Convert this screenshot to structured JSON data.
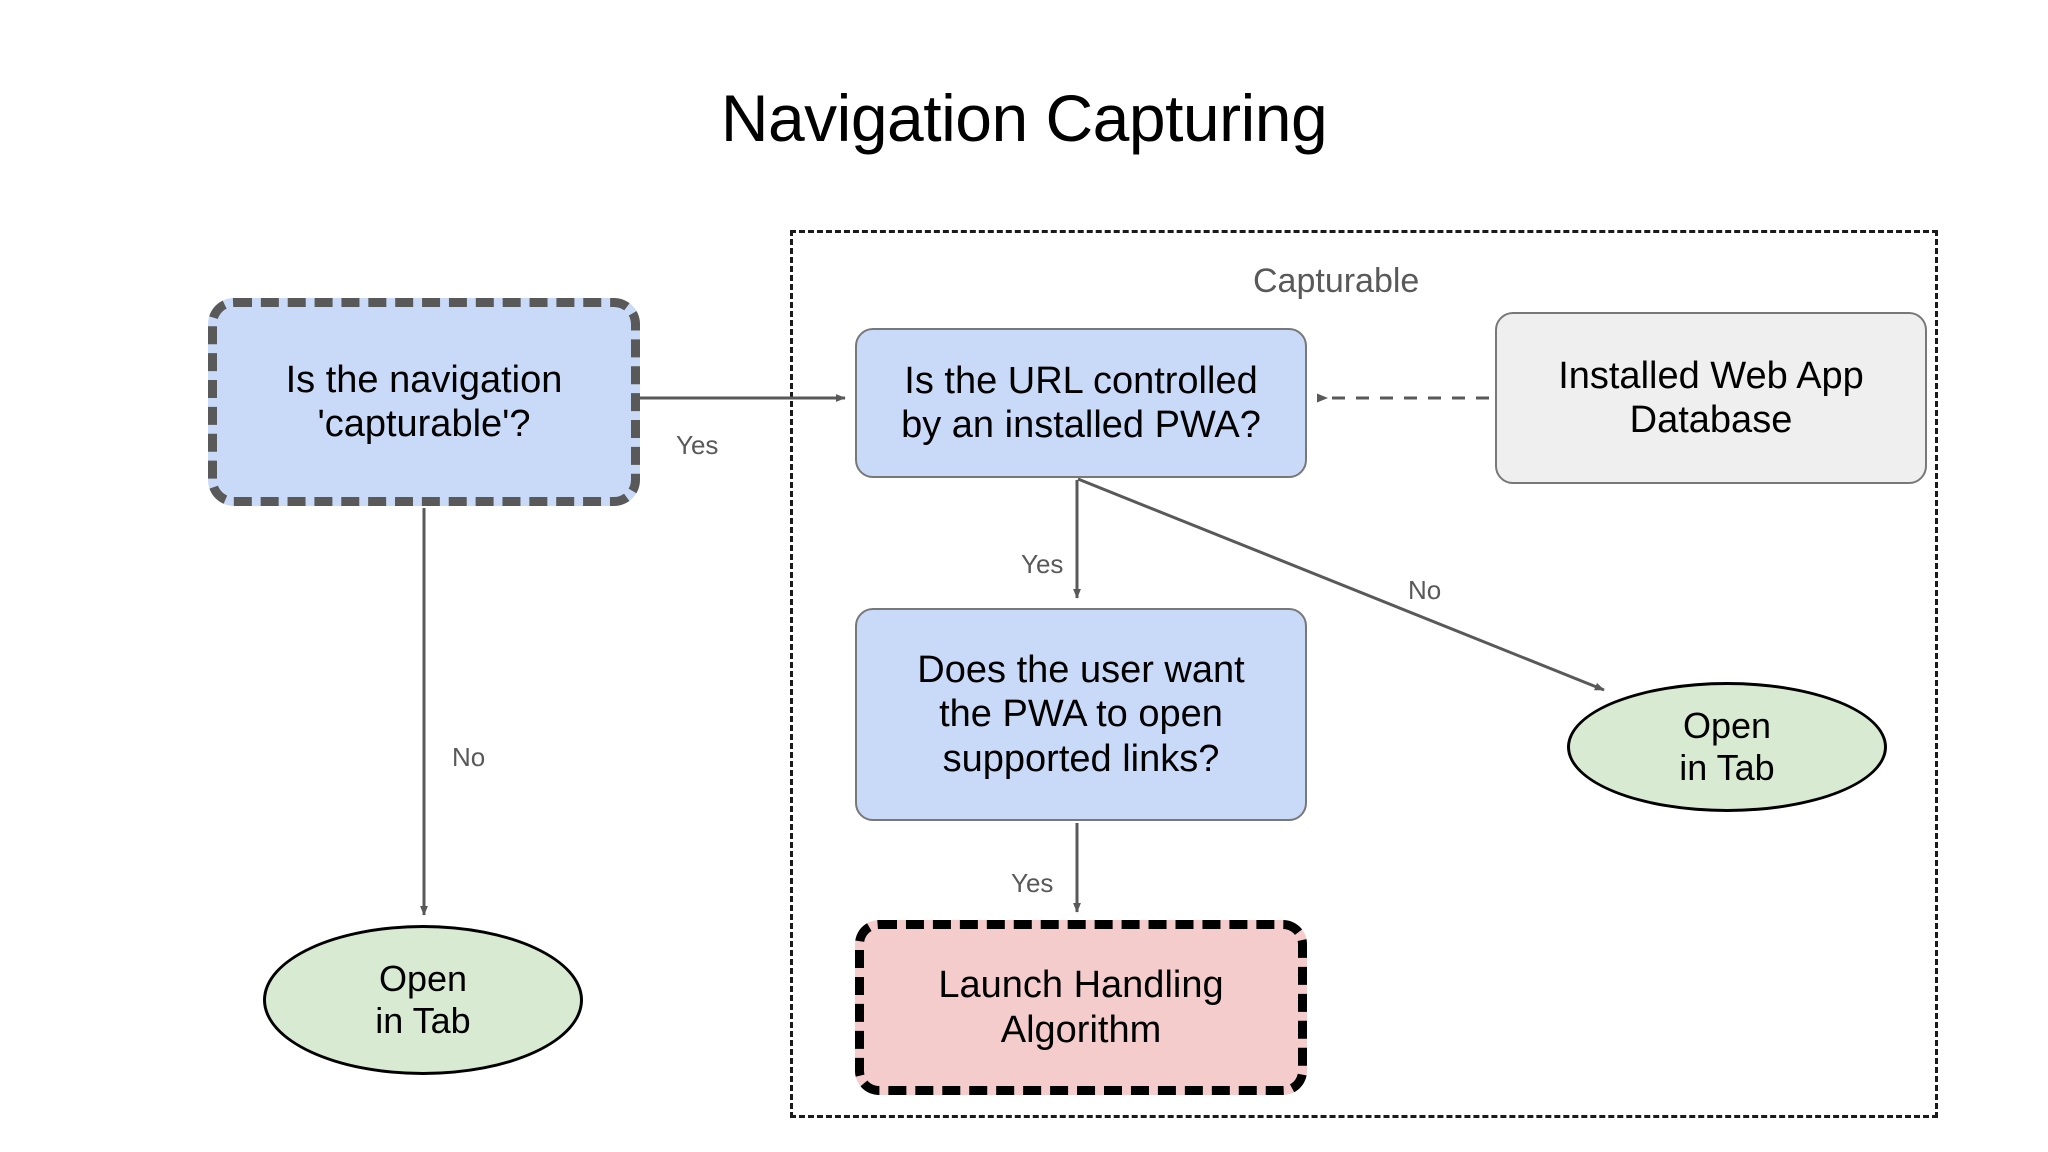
{
  "title": "Navigation Capturing",
  "group": {
    "label": "Capturable"
  },
  "nodes": {
    "is_capturable": {
      "line1": "Is the navigation",
      "line2": "'capturable'?",
      "fill": "#c9daf8",
      "border": "#595959",
      "style": "thick-dashed"
    },
    "url_controlled": {
      "line1": "Is the URL controlled",
      "line2": "by an installed PWA?",
      "fill": "#c9daf8",
      "border": "#787878",
      "style": "solid"
    },
    "web_app_db": {
      "line1": "Installed Web App",
      "line2": "Database",
      "fill": "#efefef",
      "border": "#787878",
      "style": "solid"
    },
    "user_want": {
      "line1": "Does the user want",
      "line2": "the PWA to open",
      "line3": "supported links?",
      "fill": "#c9daf8",
      "border": "#787878",
      "style": "solid"
    },
    "launch_handling": {
      "line1": "Launch Handling",
      "line2": "Algorithm",
      "fill": "#f4cccc",
      "border": "#000000",
      "style": "thick-dashed"
    },
    "open_in_tab_left": {
      "line1": "Open",
      "line2": "in Tab",
      "fill": "#d9ead3",
      "border": "#000000",
      "style": "ellipse"
    },
    "open_in_tab_right": {
      "line1": "Open",
      "line2": "in Tab",
      "fill": "#d9ead3",
      "border": "#000000",
      "style": "ellipse"
    }
  },
  "edges": [
    {
      "id": "capturable-yes",
      "label": "Yes",
      "from": "is_capturable",
      "to": "url_controlled",
      "style": "solid"
    },
    {
      "id": "capturable-no",
      "label": "No",
      "from": "is_capturable",
      "to": "open_in_tab_left",
      "style": "solid"
    },
    {
      "id": "url-yes",
      "label": "Yes",
      "from": "url_controlled",
      "to": "user_want",
      "style": "solid"
    },
    {
      "id": "url-no",
      "label": "No",
      "from": "url_controlled",
      "to": "open_in_tab_right",
      "style": "solid"
    },
    {
      "id": "user-yes",
      "label": "Yes",
      "from": "user_want",
      "to": "launch_handling",
      "style": "solid"
    },
    {
      "id": "db-lookup",
      "label": "",
      "from": "web_app_db",
      "to": "url_controlled",
      "style": "dashed"
    }
  ],
  "colors": {
    "blue_fill": "#c9daf8",
    "green_fill": "#d9ead3",
    "pink_fill": "#f4cccc",
    "gray_fill": "#efefef",
    "edge_stroke": "#595959",
    "label_text": "#595959"
  }
}
